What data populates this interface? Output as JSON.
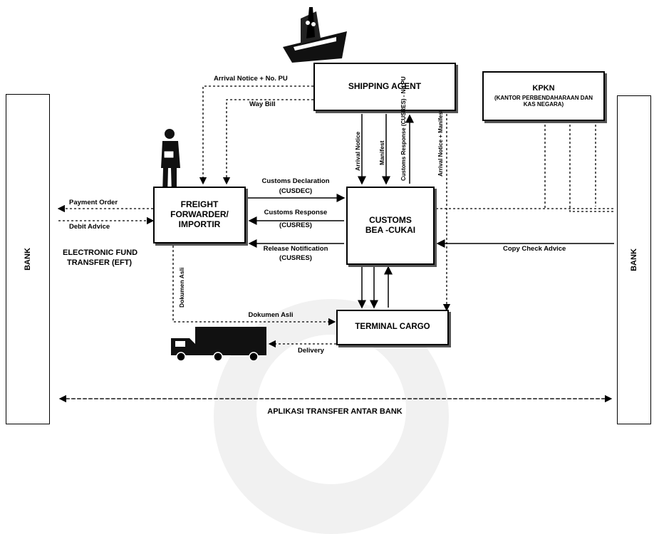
{
  "nodes": {
    "shipping_agent": "SHIPPING AGENT",
    "kpkn_title": "KPKN",
    "kpkn_subtitle": "(KANTOR PERBENDAHARAAN DAN KAS NEGARA)",
    "freight_forwarder_line1": "FREIGHT",
    "freight_forwarder_line2": "FORWARDER/",
    "freight_forwarder_line3": "IMPORTIR",
    "customs_line1": "CUSTOMS",
    "customs_line2": "BEA -CUKAI",
    "terminal_cargo": "TERMINAL CARGO",
    "bank_left": "BANK",
    "bank_right": "BANK"
  },
  "flows": {
    "arrival_notice_no_pu": "Arrival Notice + No. PU",
    "way_bill": "Way Bill",
    "payment_order": "Payment Order",
    "debit_advice": "Debit Advice",
    "customs_declaration": "Customs Declaration",
    "cusdec": "(CUSDEC)",
    "customs_response": "Customs Response",
    "cusres": "(CUSRES)",
    "release_notification": "Release Notification",
    "cusres_2": "(CUSRES)",
    "copy_check_advice": "Copy Check Advice",
    "arrival_notice": "Arrival Notice",
    "manifest": "Manifest",
    "customs_response_no_pu": "Customs Response (CUSRES) - No PU",
    "arrival_notice_manifest": "Arrival Notice + Manifest",
    "dokumen_asli_vertical": "Dokumen Asli",
    "dokumen_asli": "Dokumen Asli",
    "delivery": "Delivery",
    "eft_line1": "ELECTRONIC FUND",
    "eft_line2": "TRANSFER (EFT)",
    "aplikasi_transfer": "APLIKASI TRANSFER ANTAR BANK"
  }
}
